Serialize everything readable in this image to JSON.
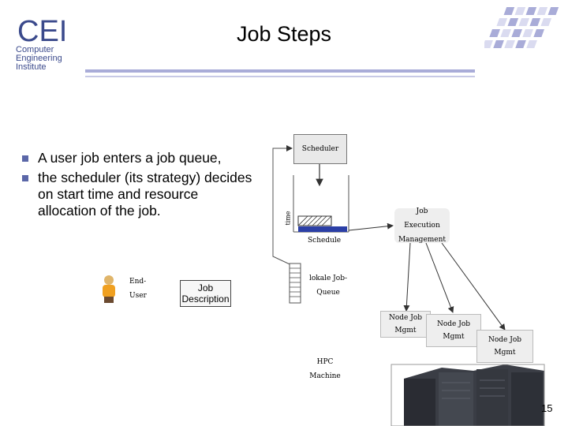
{
  "header": {
    "logo_mark": "CEI",
    "logo_lines": [
      "Computer",
      "Engineering",
      "Institute"
    ],
    "title": "Job Steps"
  },
  "bullets": [
    "A user job enters a job queue,",
    "the scheduler (its strategy) decides on start time and resource allocation of the job."
  ],
  "diagram": {
    "end_user": "End-User",
    "job_description": "Job Description",
    "local_queue": "lokale Job-Queue",
    "scheduler": "Scheduler",
    "schedule": "Schedule",
    "time_axis": "time",
    "jem": "Job Execution Management",
    "node_mgmt": [
      "Node Job Mgmt",
      "Node Job Mgmt",
      "Node Job Mgmt"
    ],
    "hpc": "HPC Machine"
  },
  "page_number": "15",
  "colors": {
    "accent": "#5b67a8",
    "rule": "#a9acd8",
    "logo": "#3b4a8c",
    "schedule_bar": "#2b3fa6"
  }
}
